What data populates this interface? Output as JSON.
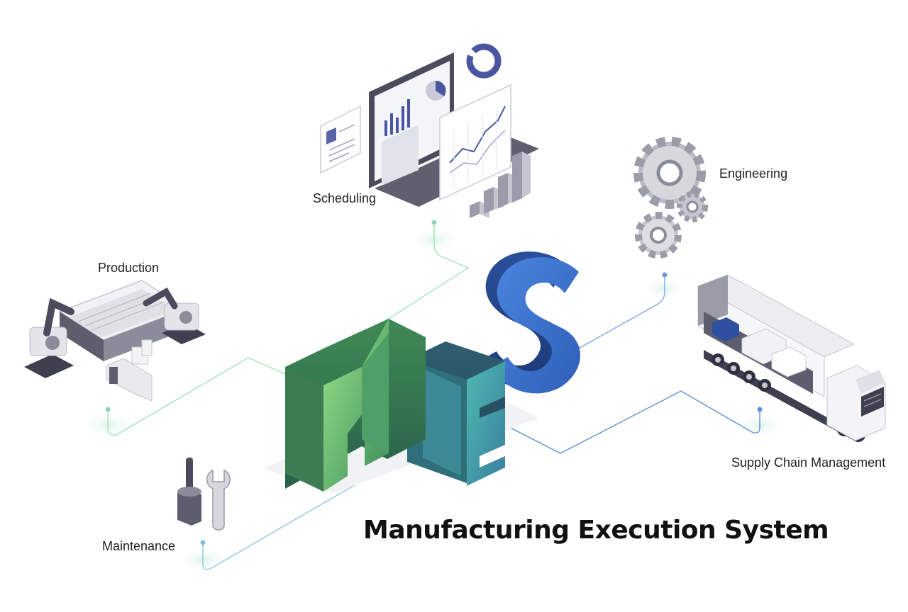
{
  "title": "Manufacturing Execution System",
  "center_letters": [
    "M",
    "E",
    "S"
  ],
  "nodes": {
    "scheduling": {
      "label": "Scheduling",
      "icon": "dashboard-monitor-icon"
    },
    "engineering": {
      "label": "Engineering",
      "icon": "gears-icon"
    },
    "production": {
      "label": "Production",
      "icon": "robot-assembly-line-icon"
    },
    "supply_chain": {
      "label": "Supply Chain Management",
      "icon": "delivery-truck-icon"
    },
    "maintenance": {
      "label": "Maintenance",
      "icon": "screwdriver-wrench-icon"
    }
  },
  "colors": {
    "green_line": "#8fe3b0",
    "blue_line": "#5b8fd6",
    "teal_line": "#86c7d6",
    "m_letter": "#5fbf6e",
    "e_letter": "#3f9aa3",
    "s_letter": "#3a6fc4"
  }
}
